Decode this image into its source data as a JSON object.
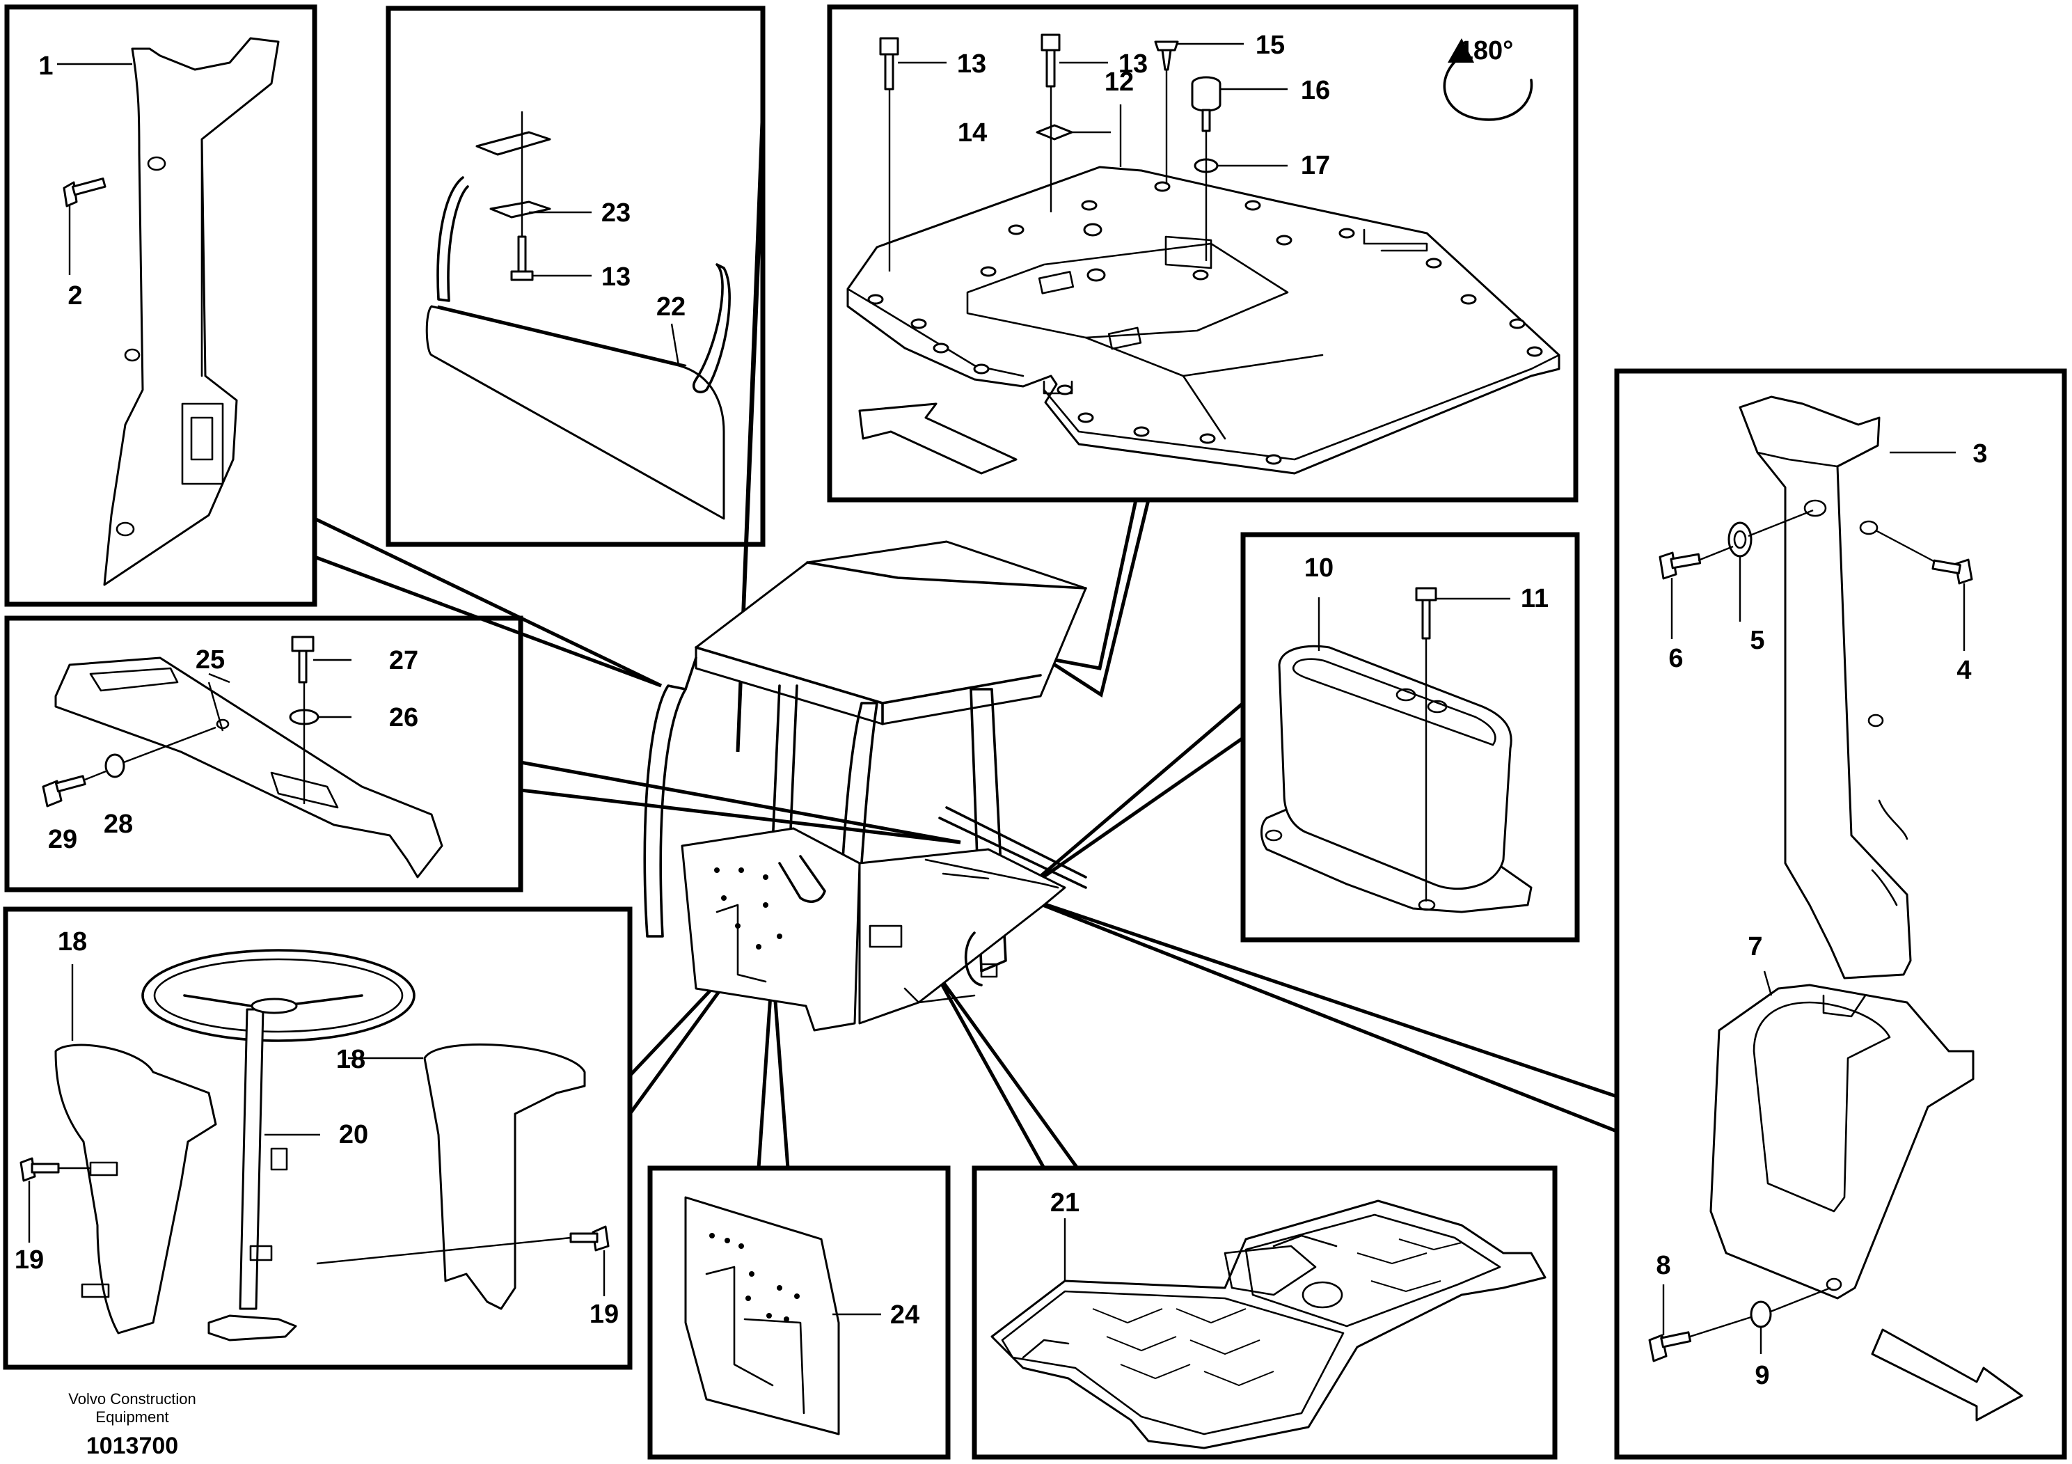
{
  "page": {
    "footer_company": "Volvo Construction Equipment",
    "footer_company_line1": "Volvo Construction",
    "footer_company_line2": "Equipment",
    "document_number": "1013700"
  },
  "rotation_label": "180°",
  "callouts": {
    "p1": "1",
    "p2": "2",
    "p3": "3",
    "p4": "4",
    "p5": "5",
    "p6": "6",
    "p7": "7",
    "p8": "8",
    "p9": "9",
    "p10": "10",
    "p11": "11",
    "p12": "12",
    "p13a": "13",
    "p13b": "13",
    "p14": "14",
    "p15": "15",
    "p16": "16",
    "p17": "17",
    "p18a": "18",
    "p18b": "18",
    "p19a": "19",
    "p19b": "19",
    "p20": "20",
    "p21": "21",
    "p22": "22",
    "p23": "23",
    "p24": "24",
    "p25": "25",
    "p26": "26",
    "p27": "27",
    "p28": "28",
    "p29": "29"
  }
}
